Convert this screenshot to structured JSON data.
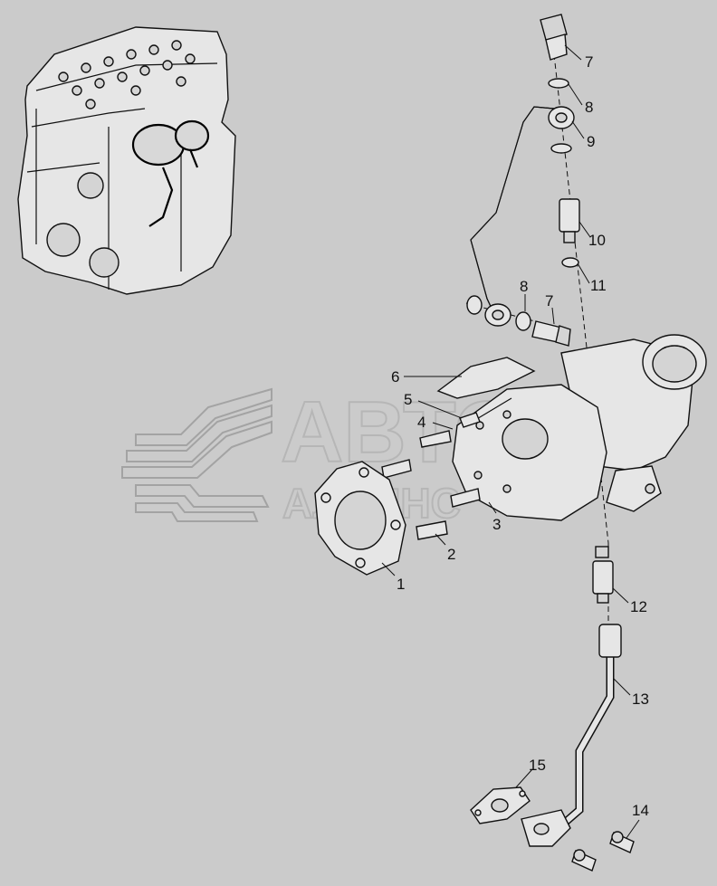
{
  "watermark": {
    "line1": "АВТО",
    "line2": "АЛЬЯНС"
  },
  "callouts": [
    {
      "id": "c1",
      "label": "1"
    },
    {
      "id": "c2",
      "label": "2"
    },
    {
      "id": "c3",
      "label": "3"
    },
    {
      "id": "c4",
      "label": "4"
    },
    {
      "id": "c5",
      "label": "5"
    },
    {
      "id": "c6",
      "label": "6"
    },
    {
      "id": "c7a",
      "label": "7"
    },
    {
      "id": "c7b",
      "label": "7"
    },
    {
      "id": "c8a",
      "label": "8"
    },
    {
      "id": "c8b",
      "label": "8"
    },
    {
      "id": "c9",
      "label": "9"
    },
    {
      "id": "c10",
      "label": "10"
    },
    {
      "id": "c11",
      "label": "11"
    },
    {
      "id": "c12",
      "label": "12"
    },
    {
      "id": "c13",
      "label": "13"
    },
    {
      "id": "c14",
      "label": "14"
    },
    {
      "id": "c15",
      "label": "15"
    }
  ],
  "colors": {
    "background": "#cbcbcb",
    "ink": "#111111",
    "watermark": "#8c8c8c"
  }
}
